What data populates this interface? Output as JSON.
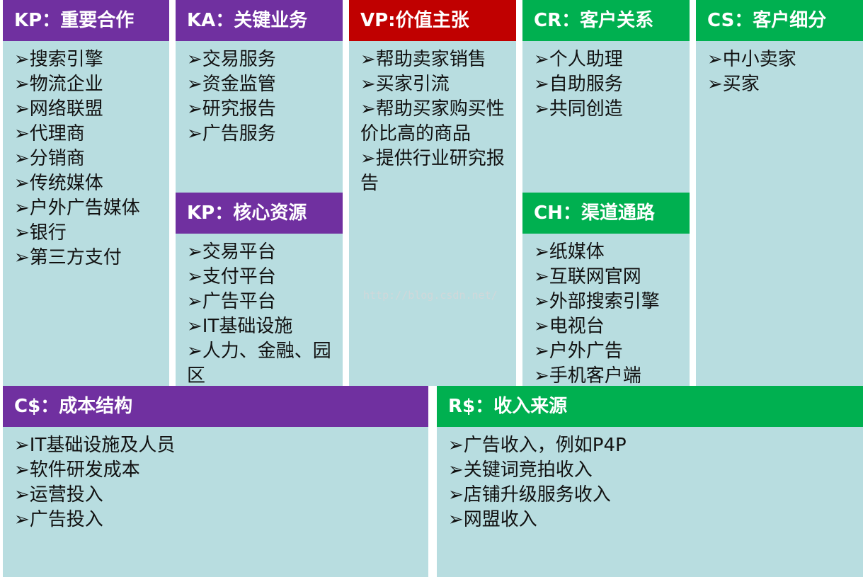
{
  "kp_partners": {
    "title": "KP：重要合作",
    "items": [
      "搜索引擎",
      "物流企业",
      "网络联盟",
      "代理商",
      "分销商",
      "传统媒体",
      "户外广告媒体",
      "银行",
      "第三方支付"
    ]
  },
  "ka_activities": {
    "title": "KA：关键业务",
    "items": [
      "交易服务",
      "资金监管",
      "研究报告",
      "广告服务"
    ]
  },
  "kr_resources": {
    "title": "KP：核心资源",
    "items": [
      "交易平台",
      "支付平台",
      "广告平台",
      "IT基础设施",
      "人力、金融、园区"
    ]
  },
  "vp_value": {
    "title": "VP:价值主张",
    "items": [
      "帮助卖家销售",
      "买家引流",
      "帮助买家购买性价比高的商品",
      "提供行业研究报告"
    ]
  },
  "cr_relationships": {
    "title": "CR：客户关系",
    "items": [
      "个人助理",
      "自助服务",
      "共同创造"
    ]
  },
  "ch_channels": {
    "title": "CH：渠道通路",
    "items": [
      "纸媒体",
      "互联网官网",
      "外部搜索引擎",
      "电视台",
      "户外广告",
      "手机客户端"
    ]
  },
  "cs_segments": {
    "title": "CS：客户细分",
    "items": [
      "中小卖家",
      "买家"
    ]
  },
  "cost_structure": {
    "title": "C$：成本结构",
    "items": [
      "IT基础设施及人员",
      "软件研发成本",
      "运营投入",
      "广告投入"
    ]
  },
  "revenue_streams": {
    "title": "R$：收入来源",
    "items": [
      "广告收入，例如P4P",
      "关键词竞拍收入",
      "店铺升级服务收入",
      "网盟收入"
    ]
  },
  "watermark": "http://blog.csdn.net/",
  "colors": {
    "purple": "#7030a0",
    "red": "#c00000",
    "green": "#00b050",
    "cell_bg": "#b8dde0"
  }
}
